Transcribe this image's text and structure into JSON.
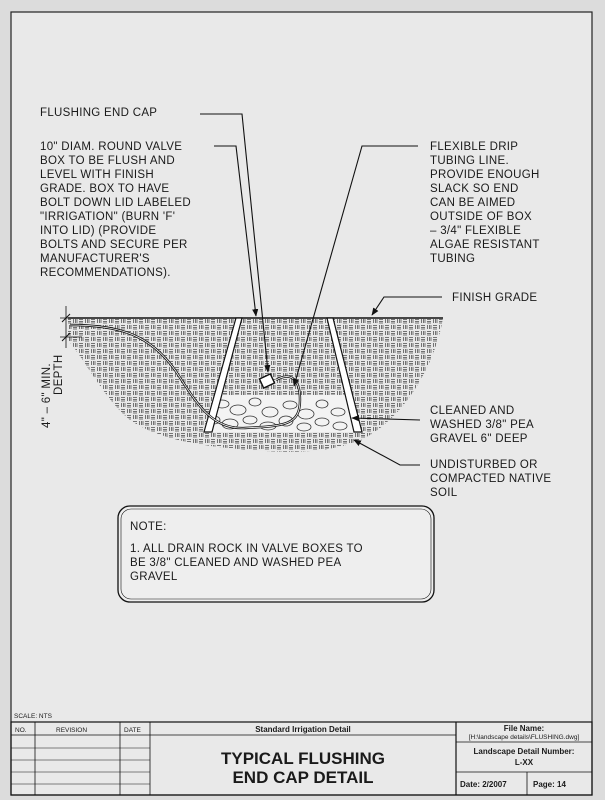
{
  "callouts": {
    "flushing_end_cap": "FLUSHING END CAP",
    "valve_box": [
      "10\" DIAM. ROUND VALVE",
      "BOX TO BE FLUSH AND",
      "LEVEL WITH FINISH",
      "GRADE. BOX TO HAVE",
      "BOLT DOWN LID LABELED",
      "\"IRRIGATION\" (BURN 'F'",
      "INTO LID) (PROVIDE",
      "BOLTS AND SECURE PER",
      "MANUFACTURER'S",
      "RECOMMENDATIONS)."
    ],
    "drip_tubing": [
      "FLEXIBLE DRIP",
      "TUBING LINE.",
      "PROVIDE ENOUGH",
      "SLACK SO END",
      "CAN BE AIMED",
      "OUTSIDE OF BOX",
      "– 3/4\" FLEXIBLE",
      "ALGAE RESISTANT",
      "TUBING"
    ],
    "finish_grade": "FINISH GRADE",
    "pea_gravel": [
      "CLEANED AND",
      "WASHED 3/8\" PEA",
      "GRAVEL 6\" DEEP"
    ],
    "native_soil": [
      "UNDISTURBED OR",
      "COMPACTED NATIVE",
      "SOIL"
    ],
    "depth": [
      "4\" – 6\" MIN.",
      "DEPTH"
    ]
  },
  "note": {
    "heading": "NOTE:",
    "lines": [
      "1. ALL DRAIN ROCK IN VALVE BOXES TO",
      "BE 3/8\" CLEANED AND WASHED PEA",
      "GRAVEL"
    ]
  },
  "title_block": {
    "scale": "SCALE:  NTS",
    "col_no": "NO.",
    "col_revision": "REVISION",
    "col_date": "DATE",
    "category": "Standard Irrigation Detail",
    "title_line1": "TYPICAL FLUSHING",
    "title_line2": "END CAP DETAIL",
    "file_name_label": "File Name:",
    "file_path": "[H:\\landscape details\\FLUSHING.dwg]",
    "detail_number_label": "Landscape Detail Number:",
    "detail_number": "L-XX",
    "date": "Date: 2/2007",
    "page": "Page: 14"
  }
}
